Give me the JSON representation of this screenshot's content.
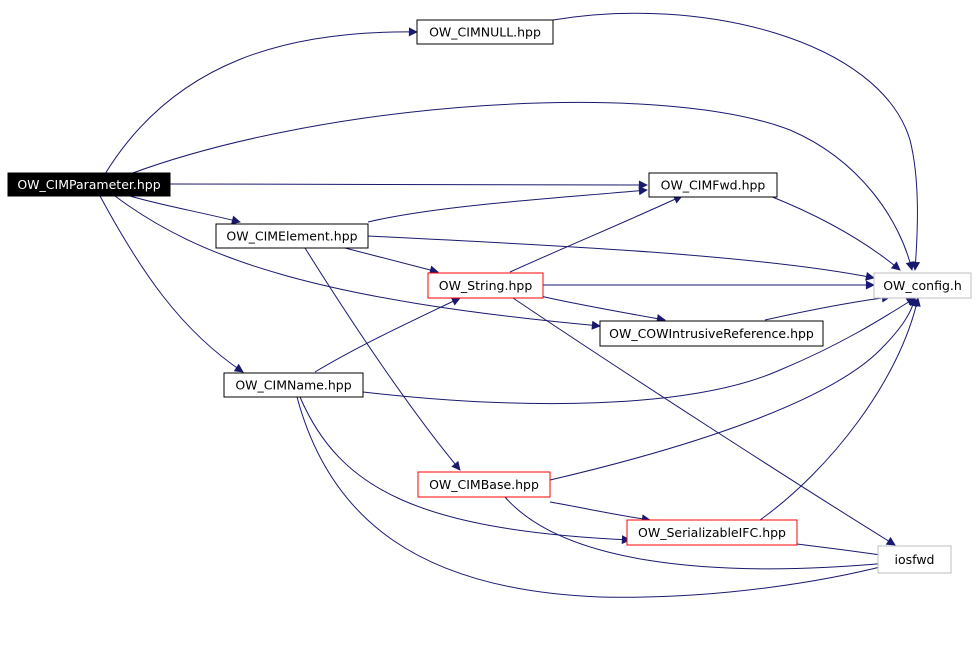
{
  "colors": {
    "edge": "#191970",
    "root_fill": "#000000",
    "root_text": "#ffffff",
    "node_border_black": "#000000",
    "node_border_red": "#ff0000",
    "node_border_gray": "#bfbfbf",
    "node_fill": "#ffffff",
    "node_text": "#000000"
  },
  "nodes": {
    "parameter": {
      "label": "OW_CIMParameter.hpp",
      "style": "root"
    },
    "cimnull": {
      "label": "OW_CIMNULL.hpp",
      "style": "black"
    },
    "cimfwd": {
      "label": "OW_CIMFwd.hpp",
      "style": "black"
    },
    "element": {
      "label": "OW_CIMElement.hpp",
      "style": "black"
    },
    "config": {
      "label": "OW_config.h",
      "style": "gray"
    },
    "string": {
      "label": "OW_String.hpp",
      "style": "red"
    },
    "cow": {
      "label": "OW_COWIntrusiveReference.hpp",
      "style": "black"
    },
    "cimname": {
      "label": "OW_CIMName.hpp",
      "style": "black"
    },
    "cimbase": {
      "label": "OW_CIMBase.hpp",
      "style": "red"
    },
    "serial": {
      "label": "OW_SerializableIFC.hpp",
      "style": "red"
    },
    "iosfwd": {
      "label": "iosfwd",
      "style": "gray"
    }
  },
  "edges": [
    {
      "from": "parameter",
      "to": "cimnull"
    },
    {
      "from": "parameter",
      "to": "config"
    },
    {
      "from": "parameter",
      "to": "cimfwd"
    },
    {
      "from": "parameter",
      "to": "element"
    },
    {
      "from": "parameter",
      "to": "cow"
    },
    {
      "from": "parameter",
      "to": "cimname"
    },
    {
      "from": "cimnull",
      "to": "config"
    },
    {
      "from": "element",
      "to": "cimfwd"
    },
    {
      "from": "element",
      "to": "config"
    },
    {
      "from": "element",
      "to": "string"
    },
    {
      "from": "element",
      "to": "cimbase"
    },
    {
      "from": "cimfwd",
      "to": "config"
    },
    {
      "from": "string",
      "to": "config"
    },
    {
      "from": "string",
      "to": "cimfwd"
    },
    {
      "from": "string",
      "to": "cow"
    },
    {
      "from": "string",
      "to": "iosfwd"
    },
    {
      "from": "cow",
      "to": "config"
    },
    {
      "from": "cimname",
      "to": "string"
    },
    {
      "from": "cimname",
      "to": "config"
    },
    {
      "from": "cimname",
      "to": "serial"
    },
    {
      "from": "cimname",
      "to": "iosfwd"
    },
    {
      "from": "cimbase",
      "to": "config"
    },
    {
      "from": "cimbase",
      "to": "serial"
    },
    {
      "from": "cimbase",
      "to": "iosfwd"
    },
    {
      "from": "serial",
      "to": "config"
    },
    {
      "from": "serial",
      "to": "iosfwd"
    }
  ]
}
